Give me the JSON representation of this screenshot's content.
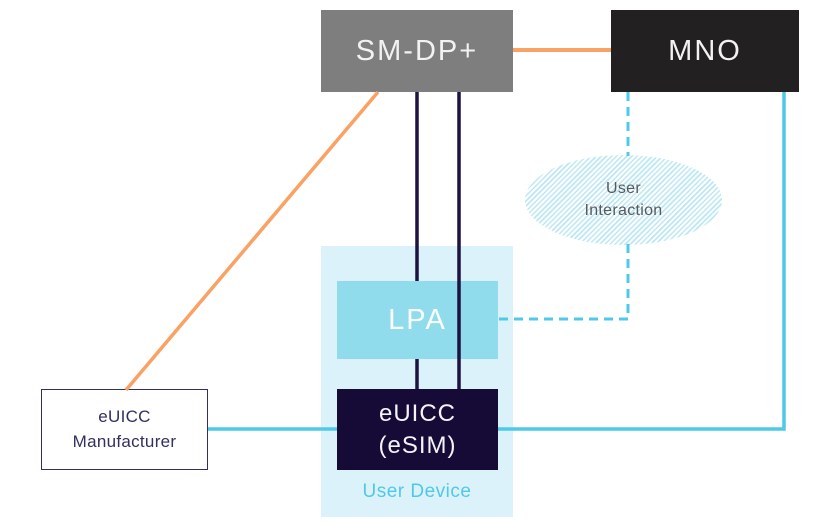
{
  "diagram": {
    "nodes": {
      "sm_dp": {
        "label": "SM-DP+"
      },
      "mno": {
        "label": "MNO"
      },
      "lpa": {
        "label": "LPA"
      },
      "euicc": {
        "label": "eUICC\n(eSIM)"
      },
      "euicc_manufacturer": {
        "label": "eUICC\nManufacturer"
      },
      "user_interaction": {
        "label": "User\nInteraction"
      },
      "user_device": {
        "label": "User Device"
      }
    },
    "edges": [
      {
        "from": "SM-DP+",
        "to": "MNO",
        "style": "solid",
        "color": "orange"
      },
      {
        "from": "SM-DP+",
        "to": "eUICC Manufacturer",
        "style": "solid",
        "color": "orange"
      },
      {
        "from": "SM-DP+",
        "to": "eUICC (eSIM)",
        "style": "double-solid",
        "color": "navy"
      },
      {
        "from": "MNO",
        "to": "LPA",
        "via": "User Interaction",
        "style": "dashed",
        "color": "cyan"
      },
      {
        "from": "MNO",
        "to": "eUICC Manufacturer",
        "style": "solid",
        "color": "cyan"
      }
    ],
    "colors": {
      "orange": "#FAA263",
      "navy": "#1D1240",
      "cyan": "#4FC9E9",
      "gray-box": "#7E7E7E",
      "black-box": "#232021",
      "container-bg": "#DCF2FA",
      "lpa-bg": "#90DCEC",
      "euicc-bg": "#160B37",
      "manufacturer-border": "#32305F",
      "ellipse-hatch": "#BCE8F5",
      "ellipse-text": "#58595B",
      "user-device-text": "#4FC9E9"
    }
  }
}
